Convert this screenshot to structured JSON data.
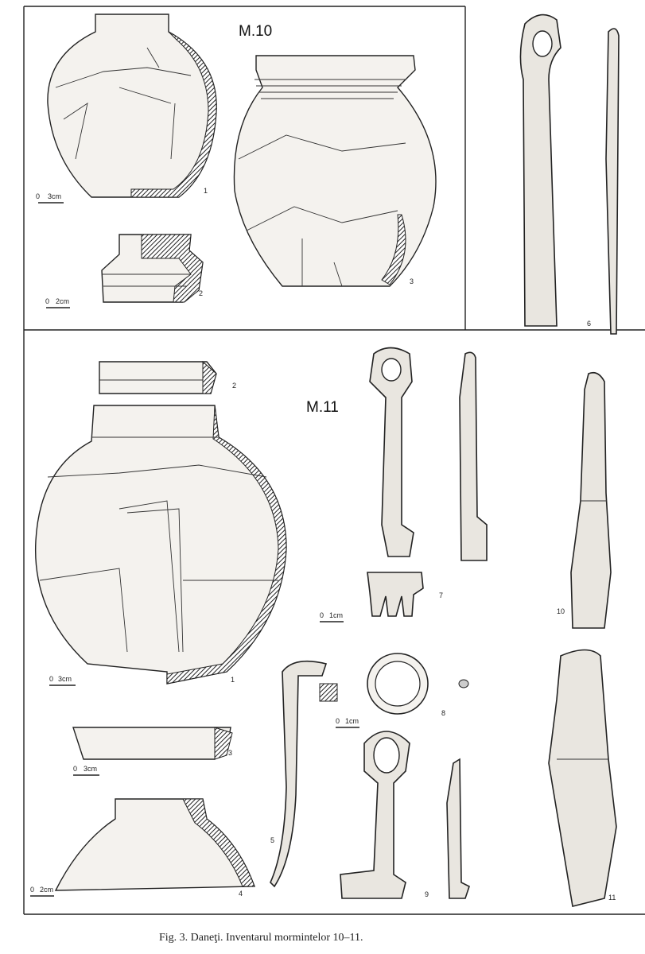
{
  "figure": {
    "caption": "Fig. 3. Daneţi. Inventarul mormintelor 10–11.",
    "groups": [
      {
        "label": "M.10",
        "items": [
          "1",
          "2",
          "3",
          "6"
        ],
        "scales": [
          "0",
          "3cm",
          "0",
          "2cm"
        ]
      },
      {
        "label": "M.11",
        "items": [
          "2",
          "1",
          "3",
          "4",
          "5",
          "7",
          "8",
          "9",
          "10",
          "11"
        ],
        "scales": [
          "0",
          "3cm",
          "0",
          "3cm",
          "0",
          "2cm",
          "0",
          "1cm",
          "0",
          "1cm"
        ]
      }
    ]
  }
}
